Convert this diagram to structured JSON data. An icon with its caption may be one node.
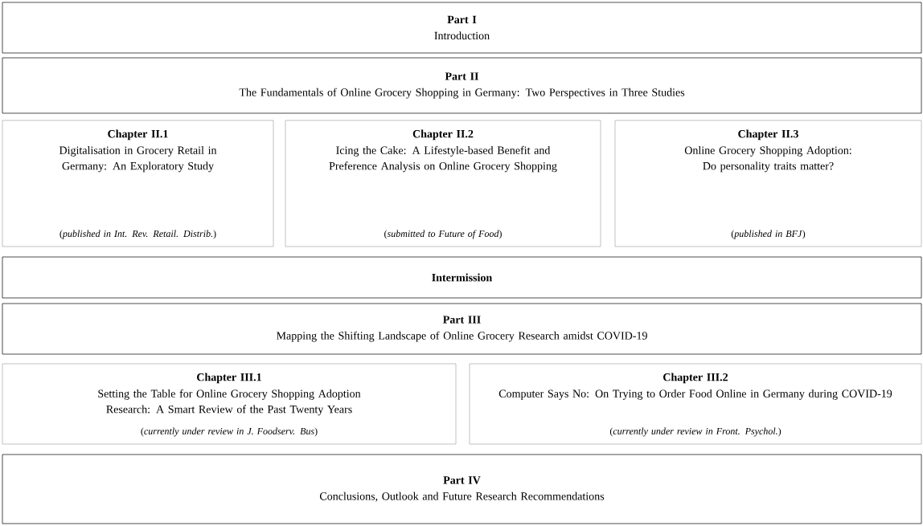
{
  "diagram": {
    "nodes": [
      {
        "text": [
          "Part I",
          "Introduction"
        ]
      },
      {
        "text": [
          "Part II",
          "The Fundamentals of Online Grocery Shopping in Germany: Two Perspectives in Three Studies"
        ]
      },
      {
        "text": [
          "Chapter II.1",
          "Digitalisation in Grocery Retail in Germany: An Exploratory Study",
          "(*published in Int. Rev. Retail. Distrib.*)"
        ]
      },
      {
        "text": [
          "Chapter II.2",
          "Icing the Cake: A Lifestyle-based Benefit and Preference Analysis on Online Grocery Shopping",
          "(*submitted to Future of Food*)"
        ]
      },
      {
        "text": [
          "Chapter II.3",
          "Online Grocery Shopping Adoption: Do personality traits matter?",
          "(*published in BFJ*)"
        ]
      },
      {
        "text": [
          "Intermission"
        ]
      },
      {
        "text": [
          "Part III",
          "Mapping the Shifting Landscape of Online Grocery Research amidst COVID-19"
        ]
      },
      {
        "text": [
          "Chapter III.1",
          "Setting the Table for Online Grocery Shopping Adoption Research: A Smart Review of the Past Twenty Years",
          "(*currently under review in J. Foodserv. Bus*)"
        ]
      },
      {
        "text": [
          "Chapter III.2",
          "Computer Says No: On Trying to Order Food Online in Germany during COVID-19",
          "(*currently under review in Front. Psychol.*)"
        ]
      },
      {
        "text": [
          "Part IV",
          "Conclusions, Outlook and Future Research Recommendations"
        ]
      }
    ]
  }
}
